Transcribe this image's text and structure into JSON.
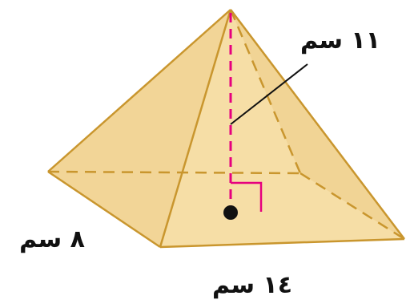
{
  "diagram": {
    "labels": {
      "height": "١١ سم",
      "side_width": "٨ سم",
      "base_length": "١٤ سم"
    },
    "colors": {
      "face_light": "#f6dea6",
      "face_mid": "#f0cf86",
      "face_dark": "#e8bf6c",
      "edge": "#c9962e",
      "hidden_edge": "#c9962e",
      "height_line": "#e6007e",
      "right_angle": "#e6007e",
      "center_point": "#111111",
      "leader_line": "#111111"
    }
  }
}
